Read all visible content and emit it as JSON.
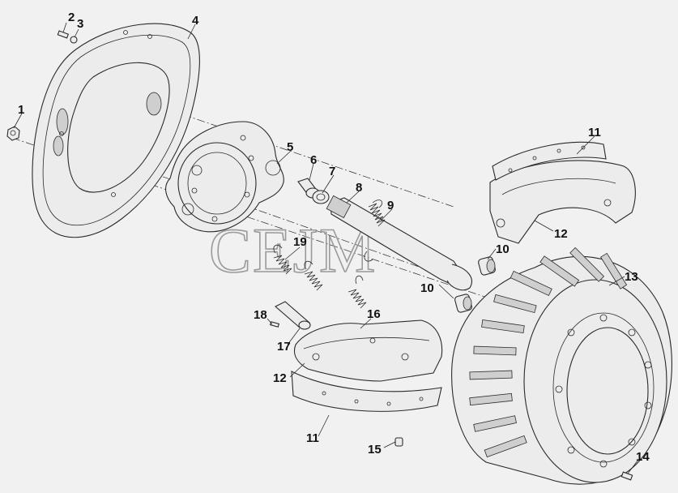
{
  "watermark": "CEJM",
  "callouts": {
    "c1": "1",
    "c2": "2",
    "c3": "3",
    "c4": "4",
    "c5": "5",
    "c6": "6",
    "c7": "7",
    "c8": "8",
    "c9": "9",
    "c10a": "10",
    "c10b": "10",
    "c11a": "11",
    "c11b": "11",
    "c12a": "12",
    "c12b": "12",
    "c13": "13",
    "c14": "14",
    "c15": "15",
    "c16": "16",
    "c17": "17",
    "c18": "18",
    "c19": "19"
  }
}
